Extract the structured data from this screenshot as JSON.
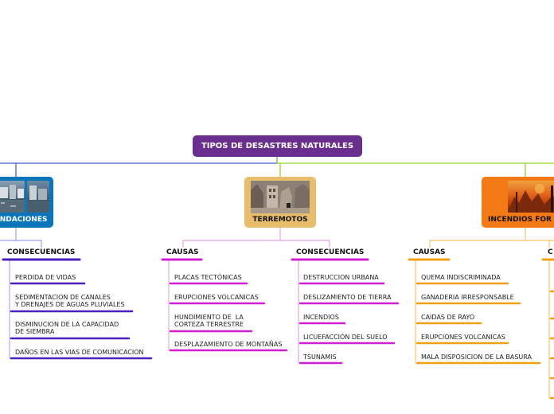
{
  "root": {
    "title": "TIPOS DE DESASTRES NATURALES"
  },
  "colors": {
    "root": "#6a2f8e",
    "inundaciones": "#0a75b8",
    "inundaciones_branch": "#4b1fc0",
    "terremotos": "#e8bd6c",
    "terremotos_branch": "#d11fd4",
    "incendios": "#f47a16",
    "incendios_branch": "#f2a014",
    "connector_green": "#9bd12a"
  },
  "topics": {
    "inundaciones": {
      "label": "INUNDACIONES",
      "icon": "flood-photo",
      "consecuencias": {
        "label": "CONSECUENCIAS",
        "items": [
          "PERDIDA DE VIDAS",
          "SEDIMENTACION DE CANALES\nY DRENAJES DE AGUAS PLUVIALES",
          "DISMINUCION DE LA CAPACIDAD\nDE SIEMBRA",
          "DAÑOS EN LAS VIAS DE COMUNICACION"
        ]
      }
    },
    "terremotos": {
      "label": "TERREMOTOS",
      "icon": "earthquake-photo",
      "causas": {
        "label": "CAUSAS",
        "items": [
          "PLACAS TECTÓNICAS",
          "ERUPCIONES VOLCANICAS",
          "HUNDIMIENTO DE  LA\nCORTEZA TERRESTRE",
          "DESPLAZAMIENTO DE MONTAÑAS"
        ]
      },
      "consecuencias": {
        "label": "CONSECUENCIAS",
        "items": [
          "DESTRUCCION URBANA",
          "DESLIZAMIENTO DE TIERRA",
          "INCENDIOS",
          "LICUEFACCIÓN DEL SUELO",
          "TSUNAMIS"
        ]
      }
    },
    "incendios": {
      "label": "INCENDIOS FOR",
      "icon": "wildfire-photo",
      "causas": {
        "label": "CAUSAS",
        "items": [
          "QUEMA INDISCRIMINADA",
          "GANADERIA IRRESPONSABLE",
          "CAIDAS DE RAYO",
          "ERUPCIONES VOLCANICAS",
          "MALA DISPOSICION DE LA BASURA"
        ]
      },
      "consecuencias": {
        "label": "C"
      }
    }
  }
}
